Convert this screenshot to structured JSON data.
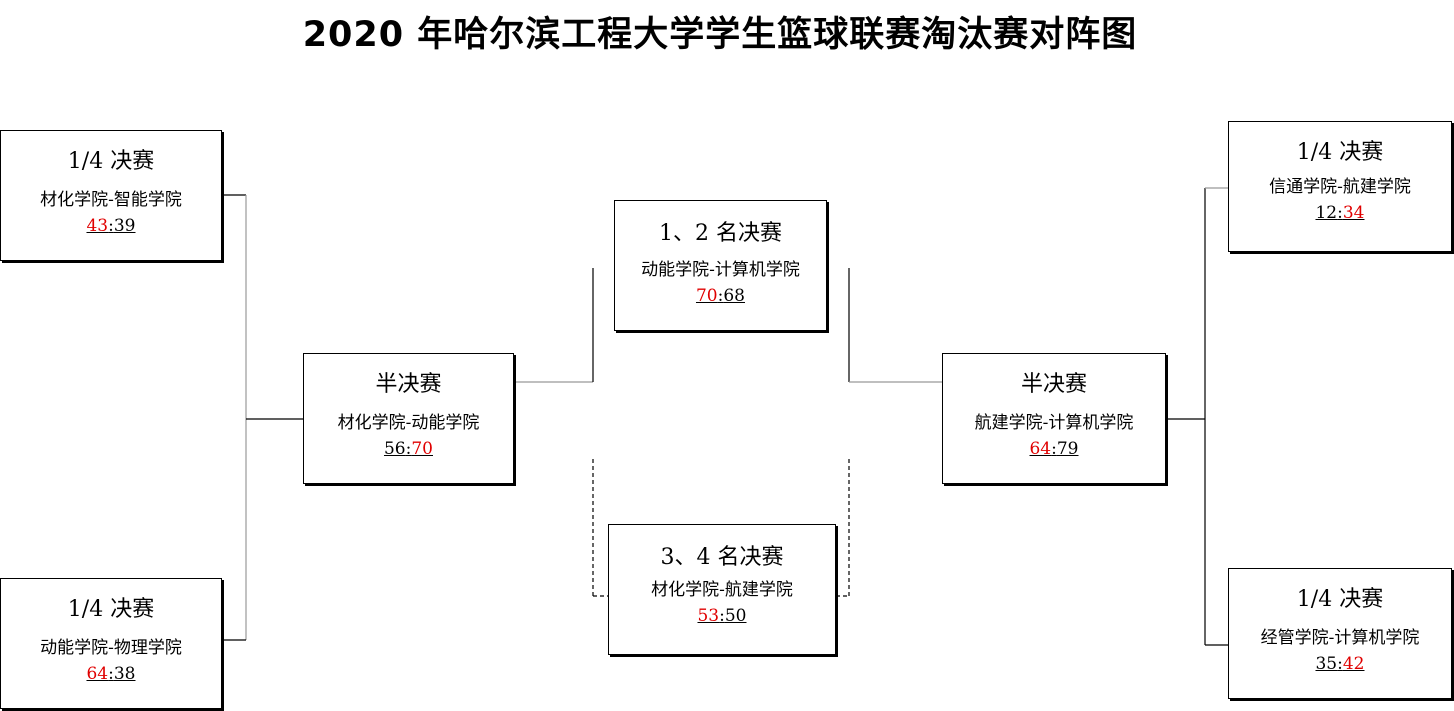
{
  "title": "2020 年哈尔滨工程大学学生篮球联赛淘汰赛对阵图",
  "matches": {
    "qf1": {
      "stage": "1/4 决赛",
      "teams": "材化学院-智能学院",
      "score_a": "43",
      "sep": ":",
      "score_b": "39",
      "winner": "a"
    },
    "qf2": {
      "stage": "1/4 决赛",
      "teams": "动能学院-物理学院",
      "score_a": "64",
      "sep": ":",
      "score_b": "38",
      "winner": "a"
    },
    "qf3": {
      "stage": "1/4 决赛",
      "teams": "信通学院-航建学院",
      "score_a": "12",
      "sep": ":",
      "score_b": "34",
      "winner": "b"
    },
    "qf4": {
      "stage": "1/4 决赛",
      "teams": "经管学院-计算机学院",
      "score_a": "35",
      "sep": ":",
      "score_b": "42",
      "winner": "b"
    },
    "sf1": {
      "stage": "半决赛",
      "teams": "材化学院-动能学院",
      "score_a": "56",
      "sep": ":",
      "score_b": "70",
      "winner": "b"
    },
    "sf2": {
      "stage": "半决赛",
      "teams": "航建学院-计算机学院",
      "score_a": "64",
      "sep": ":",
      "score_b": "79",
      "winner": "a"
    },
    "final": {
      "stage": "1、2 名决赛",
      "teams": "动能学院-计算机学院",
      "score_a": "70",
      "sep": ":",
      "score_b": "68",
      "winner": "a"
    },
    "third": {
      "stage": "3、4 名决赛",
      "teams": "材化学院-航建学院",
      "score_a": "53",
      "sep": ":",
      "score_b": "50",
      "winner": "a"
    }
  },
  "colors": {
    "winner_score": "#e00000",
    "line": "#000000"
  }
}
